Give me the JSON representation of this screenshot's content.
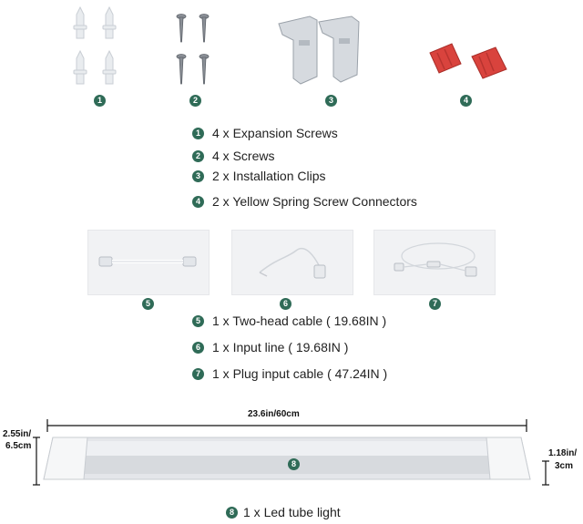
{
  "parts_top": [
    {
      "num": "1",
      "icon": "expansion-screw-icon"
    },
    {
      "num": "2",
      "icon": "screw-icon"
    },
    {
      "num": "3",
      "icon": "installation-clip-icon"
    },
    {
      "num": "4",
      "icon": "spring-connector-icon"
    }
  ],
  "list_top": [
    {
      "num": "1",
      "text": "4 x Expansion Screws"
    },
    {
      "num": "2",
      "text": "4 x Screws"
    },
    {
      "num": "3",
      "text": "2 x Installation Clips"
    },
    {
      "num": "4",
      "text": "2 x Yellow Spring Screw Connectors"
    }
  ],
  "parts_mid": [
    {
      "num": "5",
      "icon": "two-head-cable-icon"
    },
    {
      "num": "6",
      "icon": "input-line-icon"
    },
    {
      "num": "7",
      "icon": "plug-cable-icon"
    }
  ],
  "list_mid": [
    {
      "num": "5",
      "text": "1 x Two-head cable ( 19.68IN )"
    },
    {
      "num": "6",
      "text": "1 x Input line ( 19.68IN )"
    },
    {
      "num": "7",
      "text": "1 x Plug input cable ( 47.24IN )"
    }
  ],
  "tube": {
    "length_label": "23.6in/60cm",
    "width_label_a": "2.55in/",
    "width_label_b": "6.5cm",
    "height_label_a": "1.18in/",
    "height_label_b": "3cm",
    "num": "8",
    "caption_num": "8",
    "caption": "1 x  Led tube light"
  },
  "colors": {
    "badge": "#2f6b57",
    "connector": "#d9433d"
  }
}
